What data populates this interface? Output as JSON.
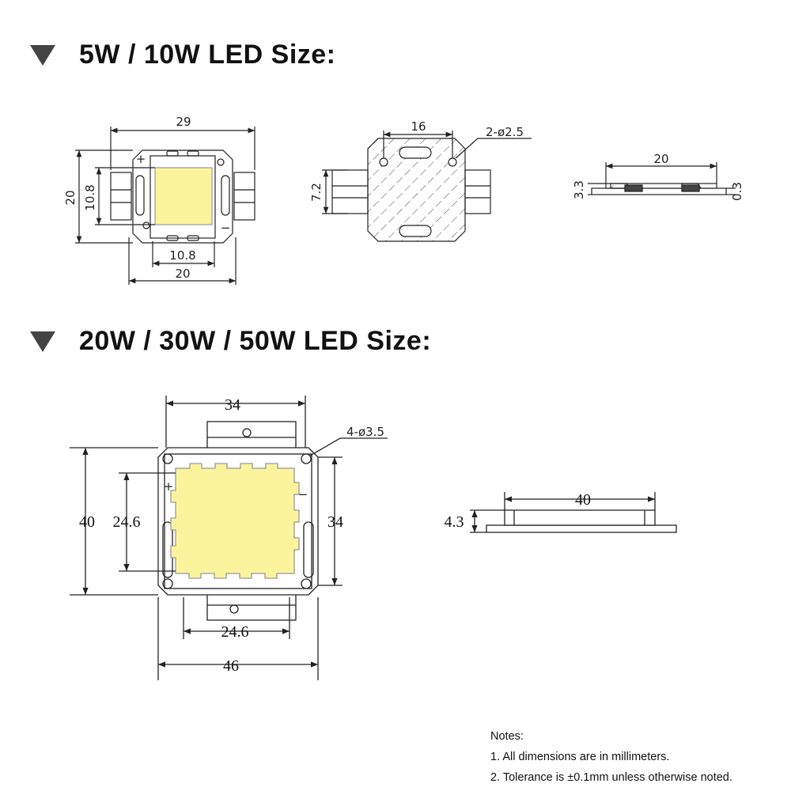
{
  "sections": [
    {
      "title": "5W / 10W LED Size:"
    },
    {
      "title": "20W / 30W / 50W LED Size:"
    }
  ],
  "small_led": {
    "front": {
      "width_top": "29",
      "height_left": "20",
      "inner_height": "10.8",
      "inner_width": "10.8",
      "width_bottom": "20",
      "plus": "+",
      "minus": "−"
    },
    "back": {
      "hole_spacing": "16",
      "holes": "2-ø2.5",
      "pin_height": "7.2"
    },
    "side": {
      "width": "20",
      "height": "3.3",
      "base": "0.3"
    }
  },
  "large_led": {
    "front": {
      "width_top": "34",
      "holes": "4-ø3.5",
      "height_outer": "40",
      "height_inner": "24.6",
      "height_right": "34",
      "width_inner": "24.6",
      "width_bottom": "46",
      "plus": "+",
      "minus": "−"
    },
    "side": {
      "width": "40",
      "height": "4.3"
    }
  },
  "notes": {
    "heading": "Notes:",
    "items": [
      "1. All dimensions are in millimeters.",
      "2. Tolerance is ±0.1mm unless otherwise noted."
    ]
  },
  "colors": {
    "led_yellow": "#fbf49c",
    "line": "#222222"
  }
}
